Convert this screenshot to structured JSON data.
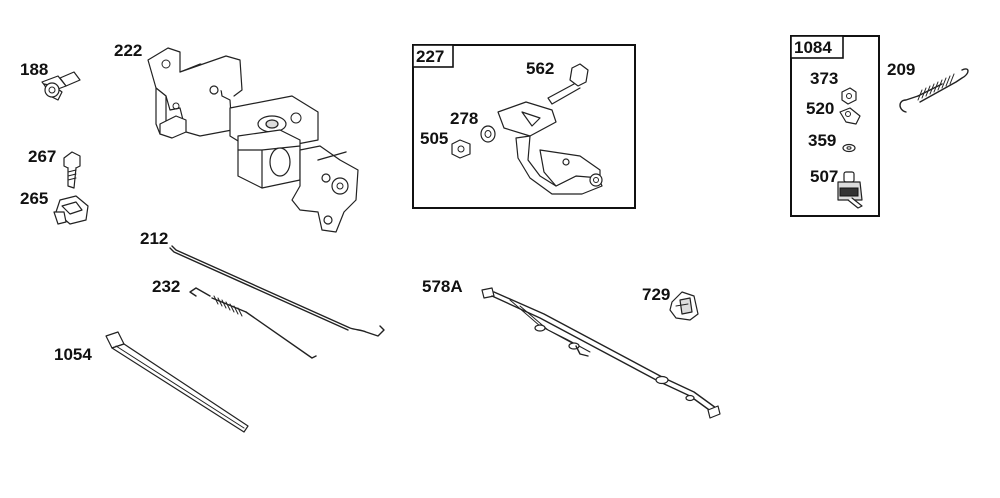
{
  "parts": {
    "p188": "188",
    "p222": "222",
    "p267": "267",
    "p265": "265",
    "p212": "212",
    "p232": "232",
    "p1054": "1054",
    "p227": "227",
    "p562": "562",
    "p278": "278",
    "p505": "505",
    "p578a": "578A",
    "p729": "729",
    "p1084": "1084",
    "p373": "373",
    "p520": "520",
    "p359": "359",
    "p507": "507",
    "p209": "209"
  }
}
